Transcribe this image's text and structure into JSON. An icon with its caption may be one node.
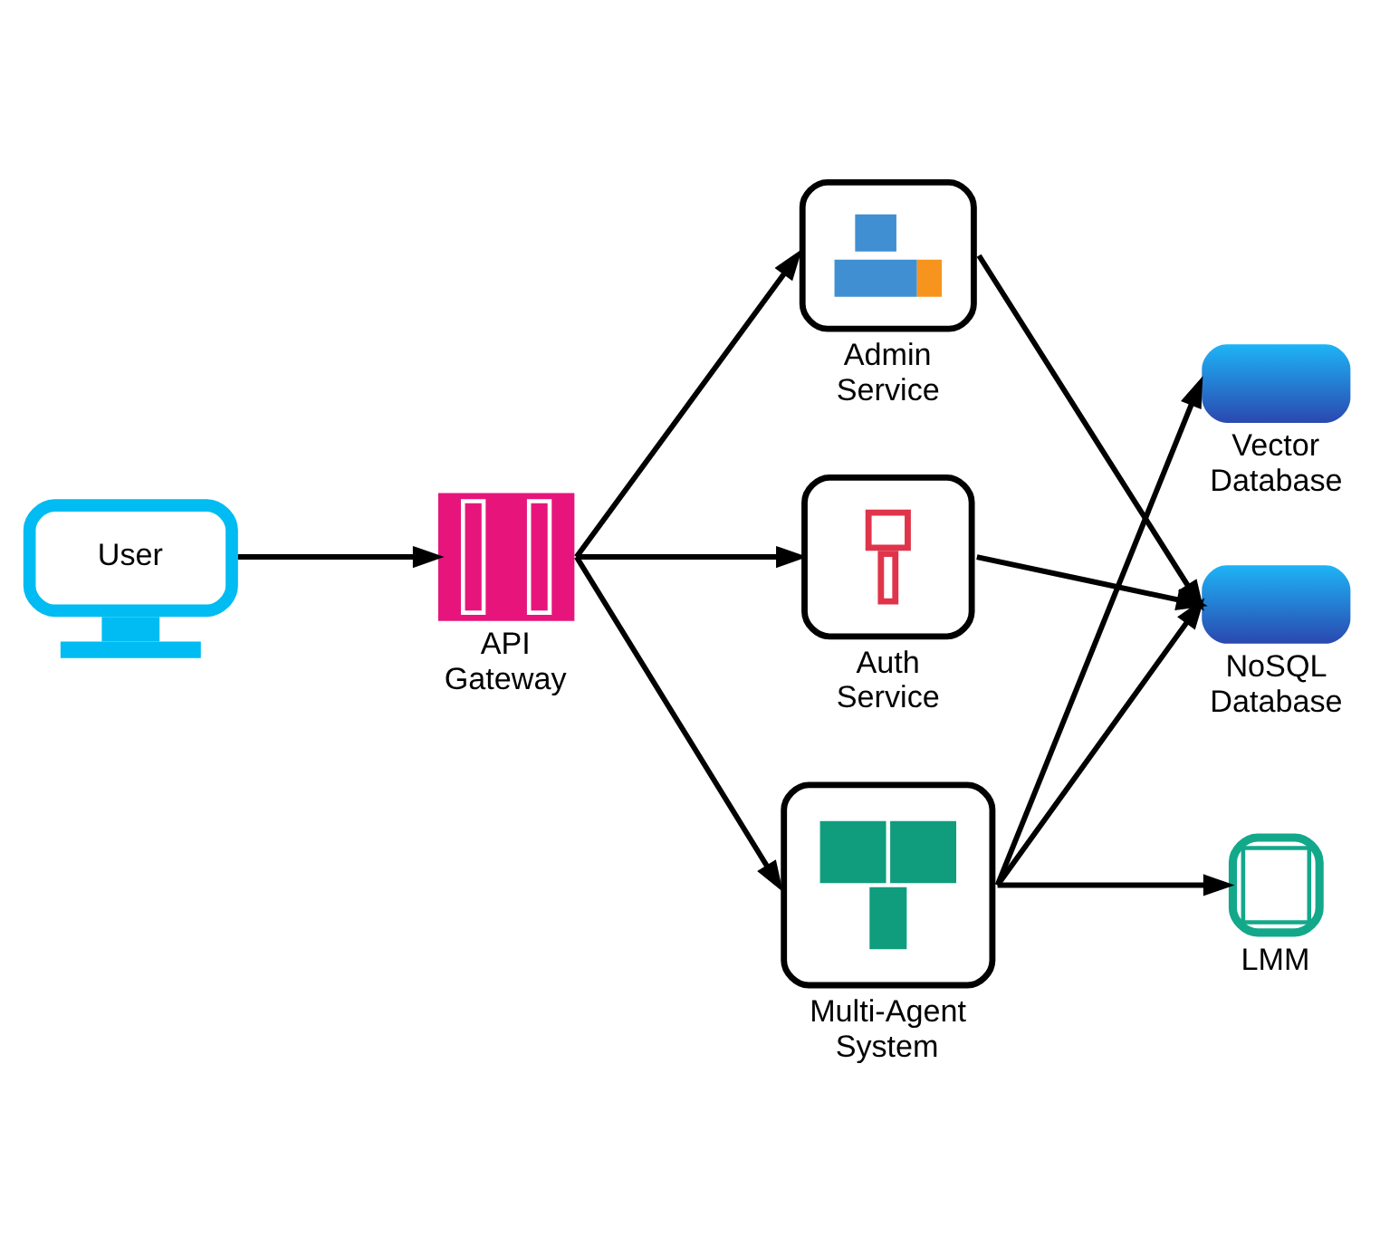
{
  "diagram": {
    "nodes": [
      {
        "text": [
          "User"
        ]
      },
      {
        "text": [
          "API Gateway"
        ]
      },
      {
        "text": [
          "Admin Service"
        ]
      },
      {
        "text": [
          "Auth Service"
        ]
      },
      {
        "text": [
          "Multi-Agent System"
        ]
      },
      {
        "text": [
          "Vector Database"
        ]
      },
      {
        "text": [
          "NoSQL Database"
        ]
      },
      {
        "text": [
          "LMM"
        ]
      }
    ],
    "edges": [
      {
        "from": 0,
        "to": 1,
        "arrow": "to"
      },
      {
        "from": 1,
        "to": 2,
        "arrow": "to"
      },
      {
        "from": 1,
        "to": 3,
        "arrow": "to"
      },
      {
        "from": 1,
        "to": 4,
        "arrow": "to"
      },
      {
        "from": 2,
        "to": 6,
        "arrow": "to"
      },
      {
        "from": 3,
        "to": 6,
        "arrow": "to"
      },
      {
        "from": 4,
        "to": 5,
        "arrow": "to"
      },
      {
        "from": 4,
        "to": 6,
        "arrow": "to"
      },
      {
        "from": 4,
        "to": 7,
        "arrow": "to"
      }
    ]
  }
}
